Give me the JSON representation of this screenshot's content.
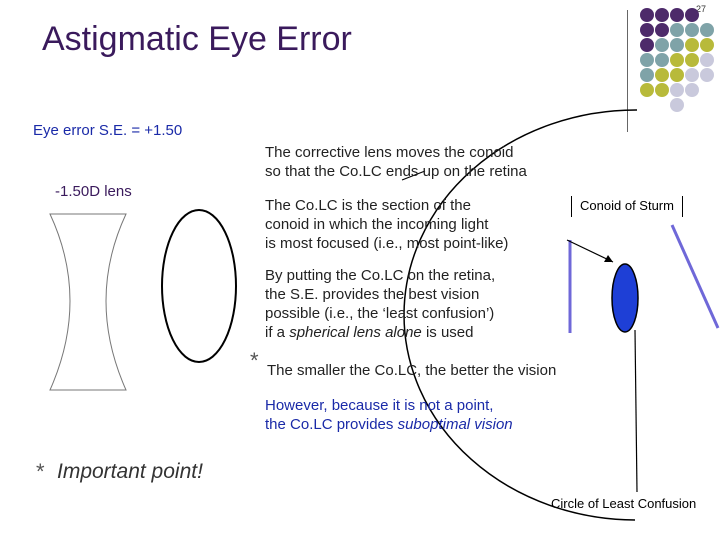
{
  "slide": {
    "number": "27",
    "title": "Astigmatic Eye Error",
    "subtitle": "Eye error S.E. = +1.50",
    "lens_label": "-1.50D lens"
  },
  "text": {
    "corrective_line1": "The corrective lens moves the conoid",
    "corrective_line2": "so that the Co.LC ends up on the retina",
    "colc_line1": "The Co.LC is the section of the",
    "colc_line2": "conoid in which the incoming light",
    "colc_line3": "is most focused (i.e., most point-like)",
    "putting_line1": "By putting the Co.LC on the retina,",
    "putting_line2": "the S.E. provides the best vision",
    "putting_line3": "possible (i.e., the ‘least confusion’)",
    "putting_line4_a": "if a ",
    "putting_line4_b": "spherical lens alone",
    "putting_line4_c": " is used",
    "smaller": "The smaller the Co.LC, the better the vision",
    "however_line1": "However, because it is not a point,",
    "however_line2_a": "the Co.LC provides ",
    "however_line2_b": "suboptimal vision",
    "important": "Important point!"
  },
  "labels": {
    "conoid": "Conoid of Sturm",
    "circle": "Circle of Least Confusion"
  },
  "colors": {
    "title": "#3a1a5c",
    "blue_text": "#1a2aa8",
    "conoid_fill": "#1e3fd6",
    "conoid_line": "#6f68d8",
    "dot_purple": "#4d2a6a",
    "dot_teal": "#7fa3a8",
    "dot_olive": "#b8ba3a",
    "dot_lavender": "#c9c9dc"
  },
  "deco_grid": [
    [
      "purple",
      "purple",
      "purple",
      "purple",
      ""
    ],
    [
      "purple",
      "purple",
      "teal",
      "teal",
      "teal"
    ],
    [
      "purple",
      "teal",
      "teal",
      "olive",
      "olive"
    ],
    [
      "teal",
      "teal",
      "olive",
      "olive",
      "lavender"
    ],
    [
      "teal",
      "olive",
      "olive",
      "lavender",
      "lavender"
    ],
    [
      "olive",
      "olive",
      "lavender",
      "lavender",
      ""
    ],
    [
      "",
      "",
      "lavender",
      "",
      ""
    ]
  ]
}
